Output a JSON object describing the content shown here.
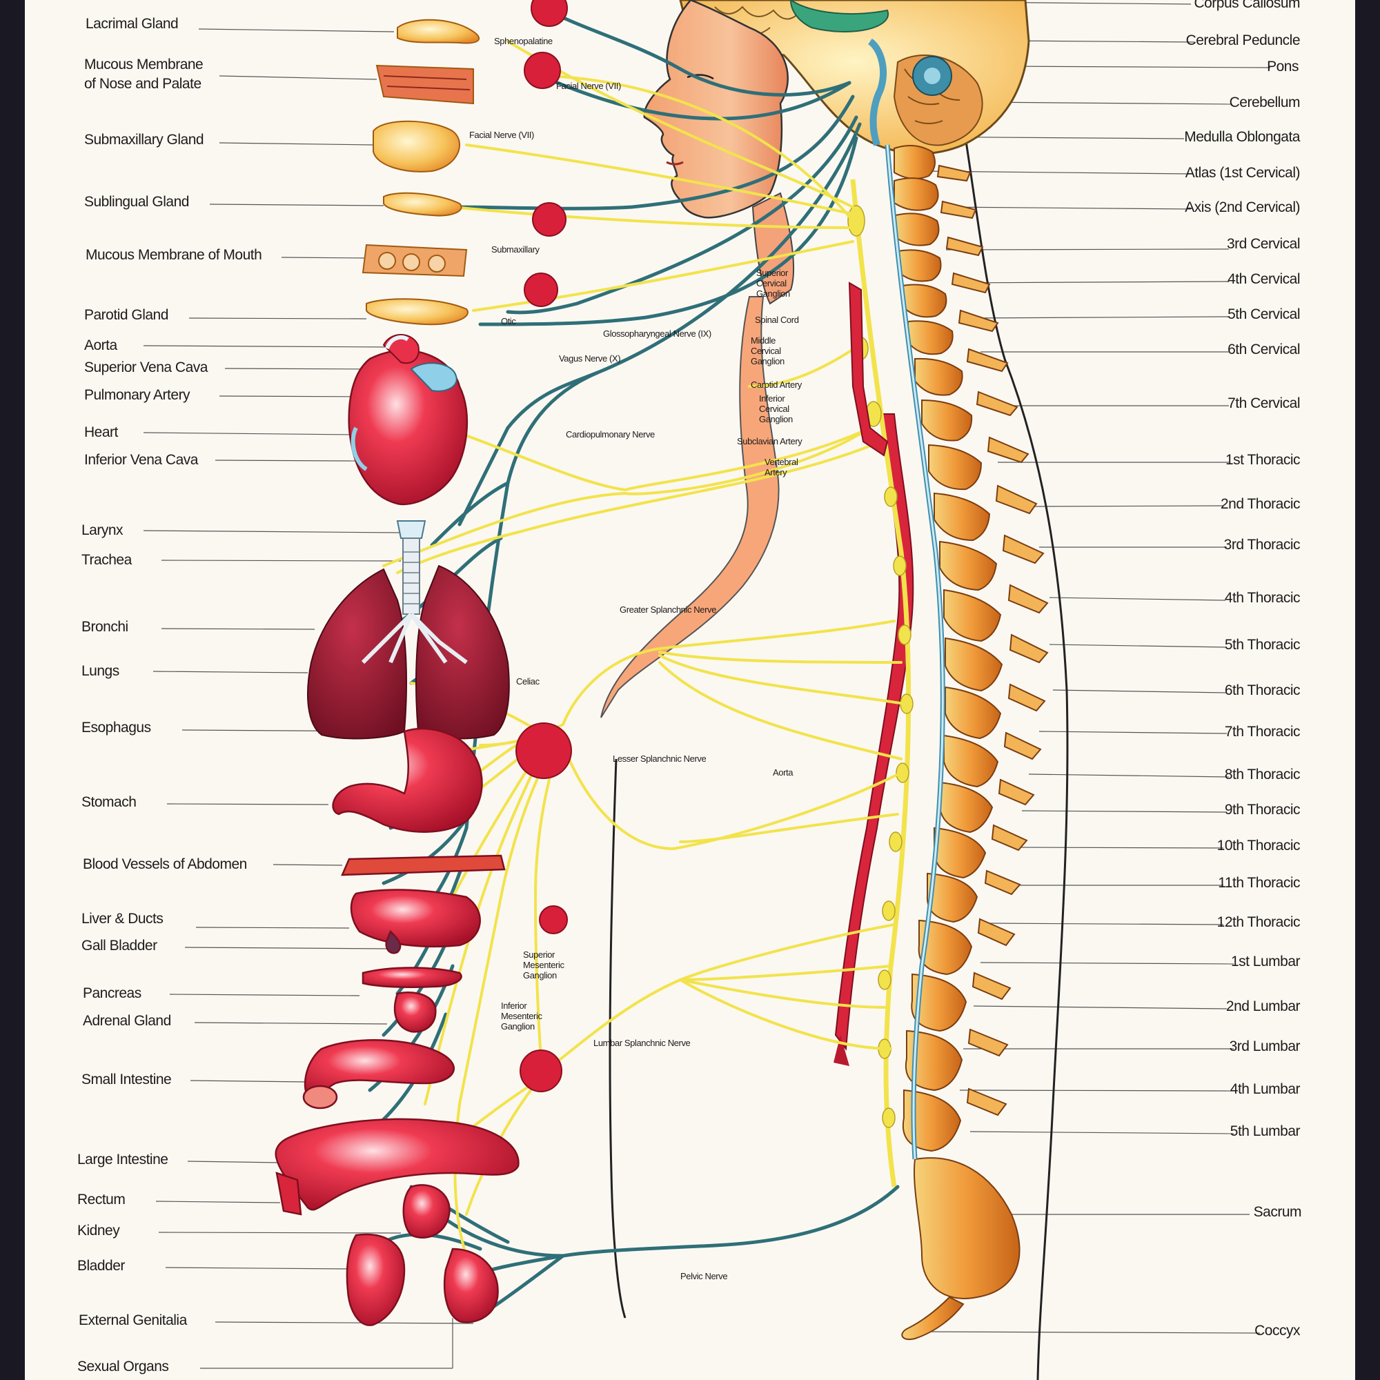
{
  "left_labels": [
    "Lacrimal Gland",
    "Mucous Membrane of Nose and Palate",
    "Submaxillary Gland",
    "Sublingual Gland",
    "Mucous Membrane of Mouth",
    "Parotid Gland",
    "Aorta",
    "Superior Vena Cava",
    "Pulmonary Artery",
    "Heart",
    "Inferior Vena Cava",
    "Larynx",
    "Trachea",
    "Bronchi",
    "Lungs",
    "Esophagus",
    "Stomach",
    "Blood Vessels of Abdomen",
    "Liver & Ducts",
    "Gall Bladder",
    "Pancreas",
    "Adrenal Gland",
    "Small Intestine",
    "Large Intestine",
    "Rectum",
    "Kidney",
    "Bladder",
    "External Genitalia",
    "Sexual Organs"
  ],
  "right_labels": [
    "Corpus Callosum",
    "Cerebral Peduncle",
    "Pons",
    "Cerebellum",
    "Medulla Oblongata",
    "Atlas (1st Cervical)",
    "Axis (2nd Cervical)",
    "3rd Cervical",
    "4th Cervical",
    "5th Cervical",
    "6th Cervical",
    "7th Cervical",
    "1st Thoracic",
    "2nd Thoracic",
    "3rd Thoracic",
    "4th Thoracic",
    "5th Thoracic",
    "6th Thoracic",
    "7th Thoracic",
    "8th Thoracic",
    "9th Thoracic",
    "10th Thoracic",
    "11th Thoracic",
    "12th Thoracic",
    "1st Lumbar",
    "2nd Lumbar",
    "3rd Lumbar",
    "4th Lumbar",
    "5th Lumbar",
    "Sacrum",
    "Coccyx"
  ],
  "inner_labels": [
    "Sphenopalatine",
    "Facial Nerve (VII)",
    "Facial Nerve (VII)",
    "Submaxillary",
    "Otic",
    "Glossopharyngeal Nerve (IX)",
    "Vagus Nerve (X)",
    "Cardiopulmonary Nerve",
    "Superior Cervical Ganglion",
    "Spinal Cord",
    "Middle Cervical Ganglion",
    "Carotid Artery",
    "Inferior Cervical Ganglion",
    "Subclavian Artery",
    "Vertebral Artery",
    "Greater Splanchnic Nerve",
    "Celiac",
    "Lesser Splanchnic Nerve",
    "Aorta",
    "Superior Mesenteric Ganglion",
    "Inferior Mesenteric Ganglion",
    "Lumbar Splanchnic Nerve",
    "Pelvic Nerve"
  ],
  "colors": {
    "frame": "#1a1822",
    "paper": "#fbf8f2",
    "sympathetic_nerve": "#f2e34c",
    "parasympathetic_nerve": "#2f6f78",
    "organ_red": "#d9243c",
    "vertebra_orange": "#f0a040",
    "skin": "#f6b98a",
    "ganglion": "#d8203a"
  }
}
